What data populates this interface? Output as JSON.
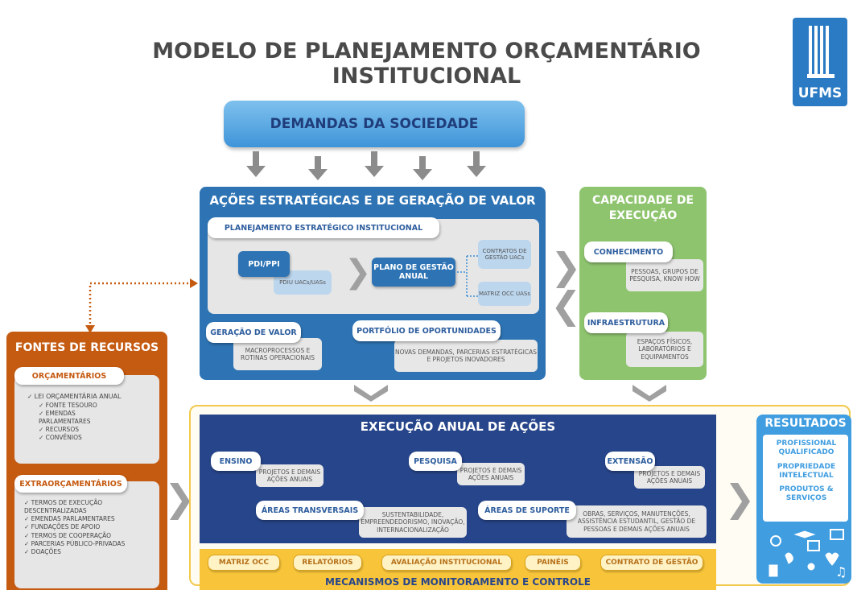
{
  "title": "MODELO DE PLANEJAMENTO ORÇAMENTÁRIO INSTITUCIONAL",
  "logo": {
    "text": "UFMS"
  },
  "demandas": "DEMANDAS DA SOCIEDADE",
  "acoes": {
    "title": "AÇÕES ESTRATÉGICAS E DE GERAÇÃO DE VALOR",
    "planejamento": "PLANEJAMENTO ESTRATÉGICO INSTITUCIONAL",
    "pdi": "PDI/PPI",
    "pdiu": "PDIU UACs/UASs",
    "plano": "PLANO DE GESTÃO ANUAL",
    "contratos": "CONTRATOS DE GESTÃO UACs",
    "matriz": "MATRIZ OCC UASs",
    "geracao": "GERAÇÃO DE VALOR",
    "macro": "MACROPROCESSOS E ROTINAS OPERACIONAIS",
    "portfolio": "PORTFÓLIO DE OPORTUNIDADES",
    "novas": "NOVAS DEMANDAS, PARCERIAS ESTRATÉGICAS E PROJETOS INOVADORES"
  },
  "capacidade": {
    "title1": "CAPACIDADE DE",
    "title2": "EXECUÇÃO",
    "conhecimento": "CONHECIMENTO",
    "pessoas": "PESSOAS, GRUPOS DE PESQUISA, KNOW HOW",
    "infra": "INFRAESTRUTURA",
    "espacos": "ESPAÇOS FÍSICOS, LABORATÓRIOS E EQUIPAMENTOS"
  },
  "fontes": {
    "title": "FONTES DE RECURSOS",
    "orc": "ORÇAMENTÁRIOS",
    "loa": "LEI ORÇAMENTÁRIA ANUAL",
    "orc_items": [
      "FONTE TESOURO",
      "EMENDAS PARLAMENTARES",
      "RECURSOS",
      "CONVÊNIOS"
    ],
    "extra": "EXTRAORÇAMENTÁRIOS",
    "extra_items": [
      "TERMOS DE EXECUÇÃO DESCENTRALIZADAS",
      "EMENDAS PARLAMENTARES",
      "FUNDAÇÕES DE APOIO",
      "TERMOS DE COOPERAÇÃO",
      "PARCERIAS PÚBLICO-PRIVADAS",
      "DOAÇÕES"
    ]
  },
  "execucao": {
    "title": "EXECUÇÃO ANUAL DE AÇÕES",
    "ensino": "ENSINO",
    "ensino_d": "PROJETOS E DEMAIS AÇÕES ANUAIS",
    "pesquisa": "PESQUISA",
    "pesquisa_d": "PROJETOS E DEMAIS AÇÕES ANUAIS",
    "extensao": "EXTENSÃO",
    "extensao_d": "PROJETOS E DEMAIS AÇÕES ANUAIS",
    "transv": "ÁREAS TRANSVERSAIS",
    "transv_d": "SUSTENTABILIDADE, EMPREENDEDORISMO, INOVAÇÃO, INTERNACIONALIZAÇÃO",
    "suporte": "ÁREAS DE SUPORTE",
    "suporte_d": "OBRAS, SERVIÇOS, MANUTENÇÕES, ASSISTÊNCIA ESTUDANTIL, GESTÃO DE PESSOAS E DEMAIS AÇÕES ANUAIS"
  },
  "mecanismos": {
    "items": [
      "MATRIZ OCC",
      "RELATÓRIOS",
      "AVALIAÇÃO INSTITUCIONAL",
      "PAINÉIS",
      "CONTRATO DE GESTÃO"
    ],
    "title": "MECANISMOS DE MONITORAMENTO E CONTROLE"
  },
  "resultados": {
    "title": "RESULTADOS",
    "items": [
      "PROFISSIONAL QUALIFICADO",
      "PROPRIEDADE INTELECTUAL",
      "PRODUTOS & SERVIÇOS"
    ]
  }
}
